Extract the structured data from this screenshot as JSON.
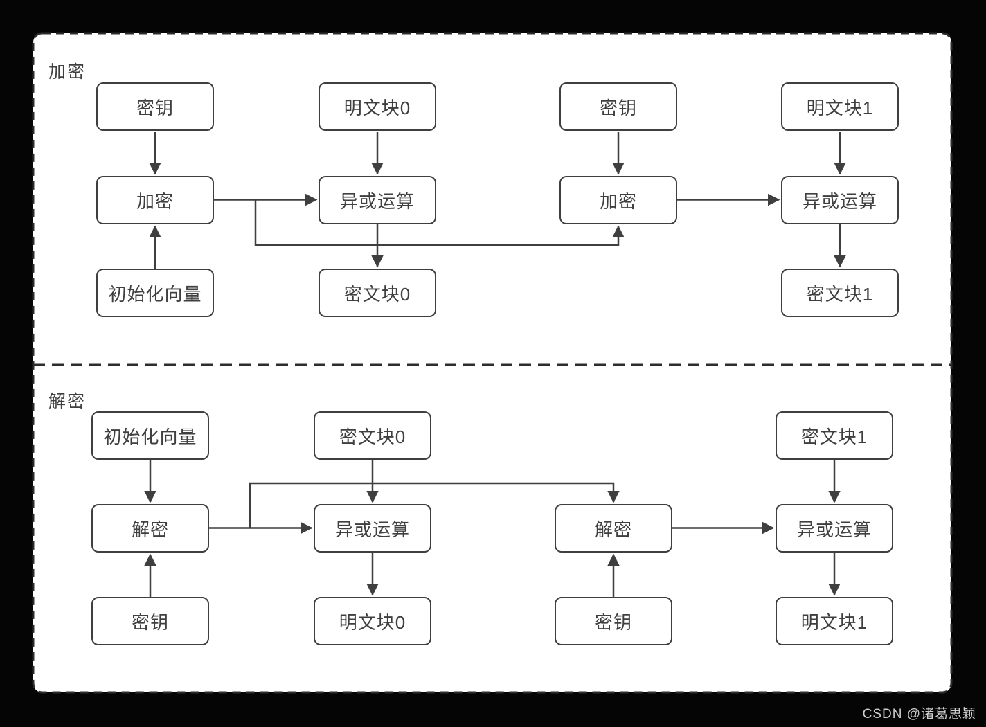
{
  "watermark": "CSDN @诸葛思颖",
  "colors": {
    "background": "#050505",
    "container_fill": "#ffffff",
    "container_border": "#2d2d2d",
    "box_border": "#3f3f3f",
    "line": "#3f3f3f",
    "text": "#3f3f3f",
    "watermark_text": "#cfcfcf"
  },
  "sections": {
    "encryption": {
      "label": "加密",
      "boxes": {
        "key1": "密钥",
        "plaintext0": "明文块0",
        "key2": "密钥",
        "plaintext1": "明文块1",
        "encrypt1": "加密",
        "xor1": "异或运算",
        "encrypt2": "加密",
        "xor2": "异或运算",
        "iv": "初始化向量",
        "ciphertext0": "密文块0",
        "ciphertext1": "密文块1"
      }
    },
    "decryption": {
      "label": "解密",
      "boxes": {
        "iv": "初始化向量",
        "ciphertext0": "密文块0",
        "ciphertext1": "密文块1",
        "decrypt1": "解密",
        "xor1": "异或运算",
        "decrypt2": "解密",
        "xor2": "异或运算",
        "key1": "密钥",
        "plaintext0": "明文块0",
        "key2": "密钥",
        "plaintext1": "明文块1"
      }
    }
  }
}
